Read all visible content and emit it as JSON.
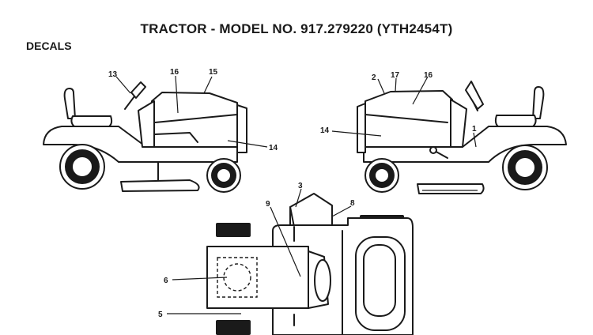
{
  "title": "TRACTOR - MODEL NO. 917.279220 (YTH2454T)",
  "section_label": "DECALS",
  "callouts": {
    "left_13": "13",
    "left_16": "16",
    "left_15": "15",
    "left_14": "14",
    "right_2": "2",
    "right_17": "17",
    "right_16": "16",
    "right_14": "14",
    "right_1": "1",
    "top_3": "3",
    "top_9": "9",
    "top_8": "8",
    "top_6": "6",
    "top_5": "5"
  }
}
